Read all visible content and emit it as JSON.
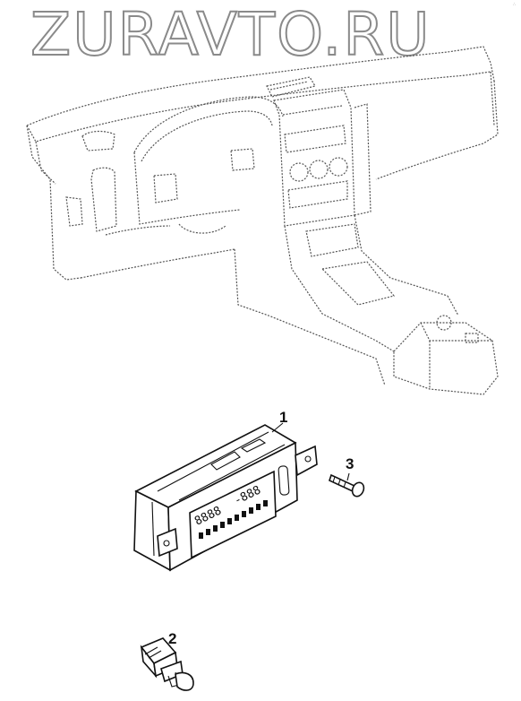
{
  "watermark": "ZURAVTO.RU",
  "corner_mark": "∴",
  "callouts": {
    "part1": "1",
    "part2": "2",
    "part3": "3"
  },
  "display_segments": {
    "left": "8888",
    "right": "-888"
  }
}
